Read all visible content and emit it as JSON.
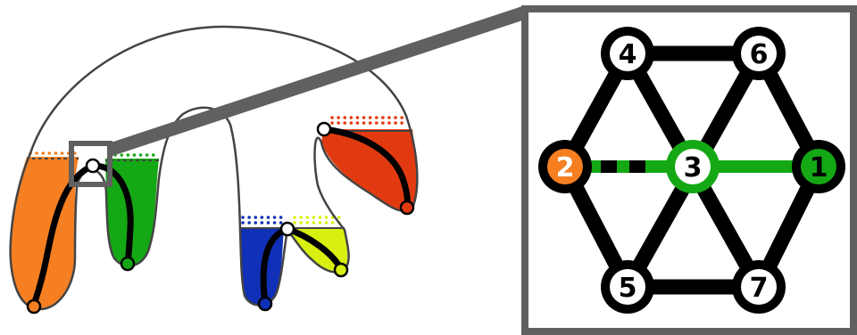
{
  "colors": {
    "outline": "#444444",
    "frame": "#606060",
    "edge": "#000000",
    "highlight": "#14a814",
    "node_fill": "#ffffff",
    "orange": "#f57f21",
    "green": "#14a814",
    "blue": "#1030b8",
    "yellow_green": "#d8f010",
    "red": "#e23a10"
  },
  "left_surface": {
    "regions": [
      {
        "name": "orange-region",
        "color": "orange"
      },
      {
        "name": "green-region",
        "color": "green"
      },
      {
        "name": "blue-region",
        "color": "blue"
      },
      {
        "name": "yellow-green-region",
        "color": "yellow_green"
      },
      {
        "name": "red-region",
        "color": "red"
      }
    ]
  },
  "zoom_graph": {
    "nodes": [
      {
        "id": "4",
        "label": "4",
        "style": "plain"
      },
      {
        "id": "6",
        "label": "6",
        "style": "plain"
      },
      {
        "id": "2",
        "label": "2",
        "style": "orange"
      },
      {
        "id": "3",
        "label": "3",
        "style": "center"
      },
      {
        "id": "1",
        "label": "1",
        "style": "green"
      },
      {
        "id": "5",
        "label": "5",
        "style": "plain"
      },
      {
        "id": "7",
        "label": "7",
        "style": "plain"
      }
    ],
    "edges": [
      {
        "from": "4",
        "to": "6",
        "style": "black"
      },
      {
        "from": "4",
        "to": "2",
        "style": "black"
      },
      {
        "from": "6",
        "to": "1",
        "style": "black"
      },
      {
        "from": "2",
        "to": "5",
        "style": "black"
      },
      {
        "from": "1",
        "to": "7",
        "style": "black"
      },
      {
        "from": "5",
        "to": "7",
        "style": "black"
      },
      {
        "from": "4",
        "to": "7",
        "style": "black"
      },
      {
        "from": "6",
        "to": "5",
        "style": "black"
      },
      {
        "from": "2",
        "to": "3",
        "style": "green-dashed"
      },
      {
        "from": "3",
        "to": "1",
        "style": "green"
      }
    ]
  }
}
